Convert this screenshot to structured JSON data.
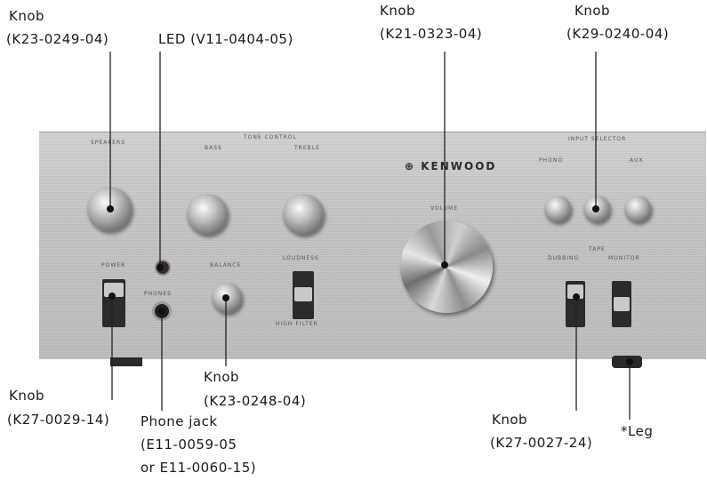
{
  "callouts": {
    "speaker_knob": {
      "title": "Knob",
      "part": "(K23-0249-04)"
    },
    "led": {
      "text": "LED (V11-0404-05)"
    },
    "volume_knob": {
      "title": "Knob",
      "part": "(K21-0323-04)"
    },
    "input_knob": {
      "title": "Knob",
      "part": "(K29-0240-04)"
    },
    "power_knob": {
      "title": "Knob",
      "part": "(K27-0029-14)"
    },
    "phone_jack": {
      "line1": "Phone jack",
      "line2": "(E11-0059-05",
      "line3": "or E11-0060-15)"
    },
    "balance_knob": {
      "title": "Knob",
      "part": "(K23-0248-04)"
    },
    "tape_knob": {
      "title": "Knob",
      "part": "(K27-0027-24)"
    },
    "leg": {
      "text": "*Leg"
    }
  },
  "panel": {
    "brand": "KENWOOD",
    "speakers": "SPEAKERS",
    "tone_control": "TONE CONTROL",
    "bass": "BASS",
    "treble": "TREBLE",
    "volume": "VOLUME",
    "input_selector": "INPUT SELECTOR",
    "phono": "PHONO",
    "aux": "AUX",
    "power": "POWER",
    "phones": "PHONES",
    "balance": "BALANCE",
    "loudness": "LOUDNESS",
    "high_filter": "HIGH FILTER",
    "tape": "TAPE",
    "dubbing": "DUBBING",
    "monitor": "MONITOR"
  }
}
